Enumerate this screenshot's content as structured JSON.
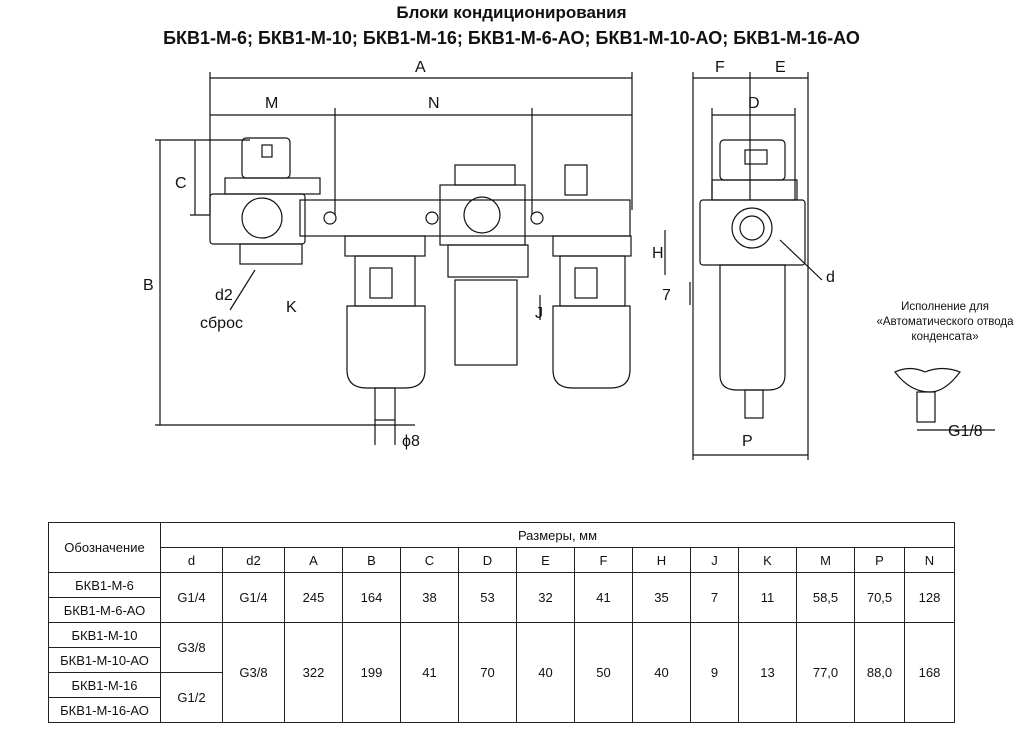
{
  "title": "Блоки кондиционирования",
  "subtitle": "БКВ1-М-6; БКВ1-М-10; БКВ1-М-16; БКВ1-М-6-АО; БКВ1-М-10-АО; БКВ1-М-16-АО",
  "drawing": {
    "dim_labels": {
      "A": "A",
      "M": "M",
      "N": "N",
      "F": "F",
      "E": "E",
      "D": "D",
      "C": "C",
      "B": "B",
      "H": "H",
      "K": "K",
      "J": "J",
      "P": "P",
      "seven": "7",
      "d": "d",
      "d2": "d2",
      "phi8": "ϕ8",
      "g18": "G1/8"
    },
    "sbros": "сброс"
  },
  "note": {
    "line1": "Исполнение для",
    "line2": "«Автоматического отвода",
    "line3": "конденсата»"
  },
  "table": {
    "designation_header": "Обозначение",
    "sizes_header": "Размеры, мм",
    "columns": [
      "d",
      "d2",
      "A",
      "B",
      "C",
      "D",
      "E",
      "F",
      "H",
      "J",
      "K",
      "M",
      "P",
      "N"
    ],
    "models": [
      "БКВ1-М-6",
      "БКВ1-М-6-АО",
      "БКВ1-М-10",
      "БКВ1-М-10-АО",
      "БКВ1-М-16",
      "БКВ1-М-16-АО"
    ],
    "group1": {
      "d": "G1/4",
      "d2": "G1/4",
      "A": "245",
      "B": "164",
      "C": "38",
      "D": "53",
      "E": "32",
      "F": "41",
      "H": "35",
      "J": "7",
      "K": "11",
      "M": "58,5",
      "P": "70,5",
      "N": "128"
    },
    "group2": {
      "d_10": "G3/8",
      "d_16": "G1/2",
      "d2": "G3/8",
      "A": "322",
      "B": "199",
      "C": "41",
      "D": "70",
      "E": "40",
      "F": "50",
      "H": "40",
      "J": "9",
      "K": "13",
      "M": "77,0",
      "P": "88,0",
      "N": "168"
    }
  }
}
